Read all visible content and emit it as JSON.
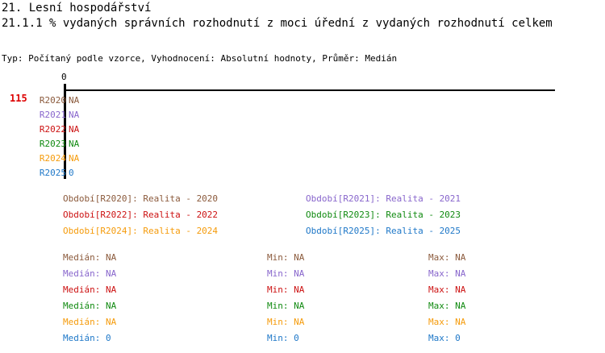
{
  "header": {
    "chapter": "21. Lesní hospodářství",
    "indicator": "21.1.1 % vydaných správních rozhodnutí z moci úřední z vydaných rozhodnutí celkem",
    "meta": "Typ: Počítaný podle vzorce, Vyhodnocení: Absolutní hodnoty, Průměr: Medián"
  },
  "plot": {
    "origin_tick_label": "0",
    "total_count": "115",
    "axis_min_label": "0"
  },
  "labels": {
    "median": "Medián:",
    "min": "Min:",
    "max": "Max:"
  },
  "chart_data": {
    "type": "bar",
    "title": "21.1.1 % vydaných správních rozhodnutí z moci úřední z vydaných rozhodnutí celkem",
    "subtitle": "Typ: Počítaný podle vzorce, Vyhodnocení: Absolutní hodnoty, Průměr: Medián",
    "orientation": "horizontal",
    "xlabel": "",
    "ylabel": "",
    "xlim": [
      0,
      0
    ],
    "grid": false,
    "legend_position": "below-plot",
    "categories": [
      "R2020",
      "R2021",
      "R2022",
      "R2023",
      "R2024",
      "R2025"
    ],
    "values": [
      "NA",
      "NA",
      "NA",
      "NA",
      "NA",
      0
    ],
    "tick_labels": [
      "0"
    ],
    "series": [
      {
        "key": "R2020",
        "category": "R2020",
        "value": "NA",
        "color": "#8B5A3C",
        "legend": "Období[R2020]: Realita - 2020",
        "median": "NA",
        "min": "NA",
        "max": "NA"
      },
      {
        "key": "R2021",
        "category": "R2021",
        "value": "NA",
        "color": "#8866CC",
        "legend": "Období[R2021]: Realita - 2021",
        "median": "NA",
        "min": "NA",
        "max": "NA"
      },
      {
        "key": "R2022",
        "category": "R2022",
        "value": "NA",
        "color": "#CC1111",
        "legend": "Období[R2022]: Realita - 2022",
        "median": "NA",
        "min": "NA",
        "max": "NA"
      },
      {
        "key": "R2023",
        "category": "R2023",
        "value": "NA",
        "color": "#108A10",
        "legend": "Období[R2023]: Realita - 2023",
        "median": "NA",
        "min": "NA",
        "max": "NA"
      },
      {
        "key": "R2024",
        "category": "R2024",
        "value": "NA",
        "color": "#F59B0B",
        "legend": "Období[R2024]: Realita - 2024",
        "median": "NA",
        "min": "NA",
        "max": "NA"
      },
      {
        "key": "R2025",
        "category": "R2025",
        "value": "0",
        "color": "#1F78C8",
        "legend": "Období[R2025]: Realita - 2025",
        "median": "0",
        "min": "0",
        "max": "0"
      }
    ]
  }
}
